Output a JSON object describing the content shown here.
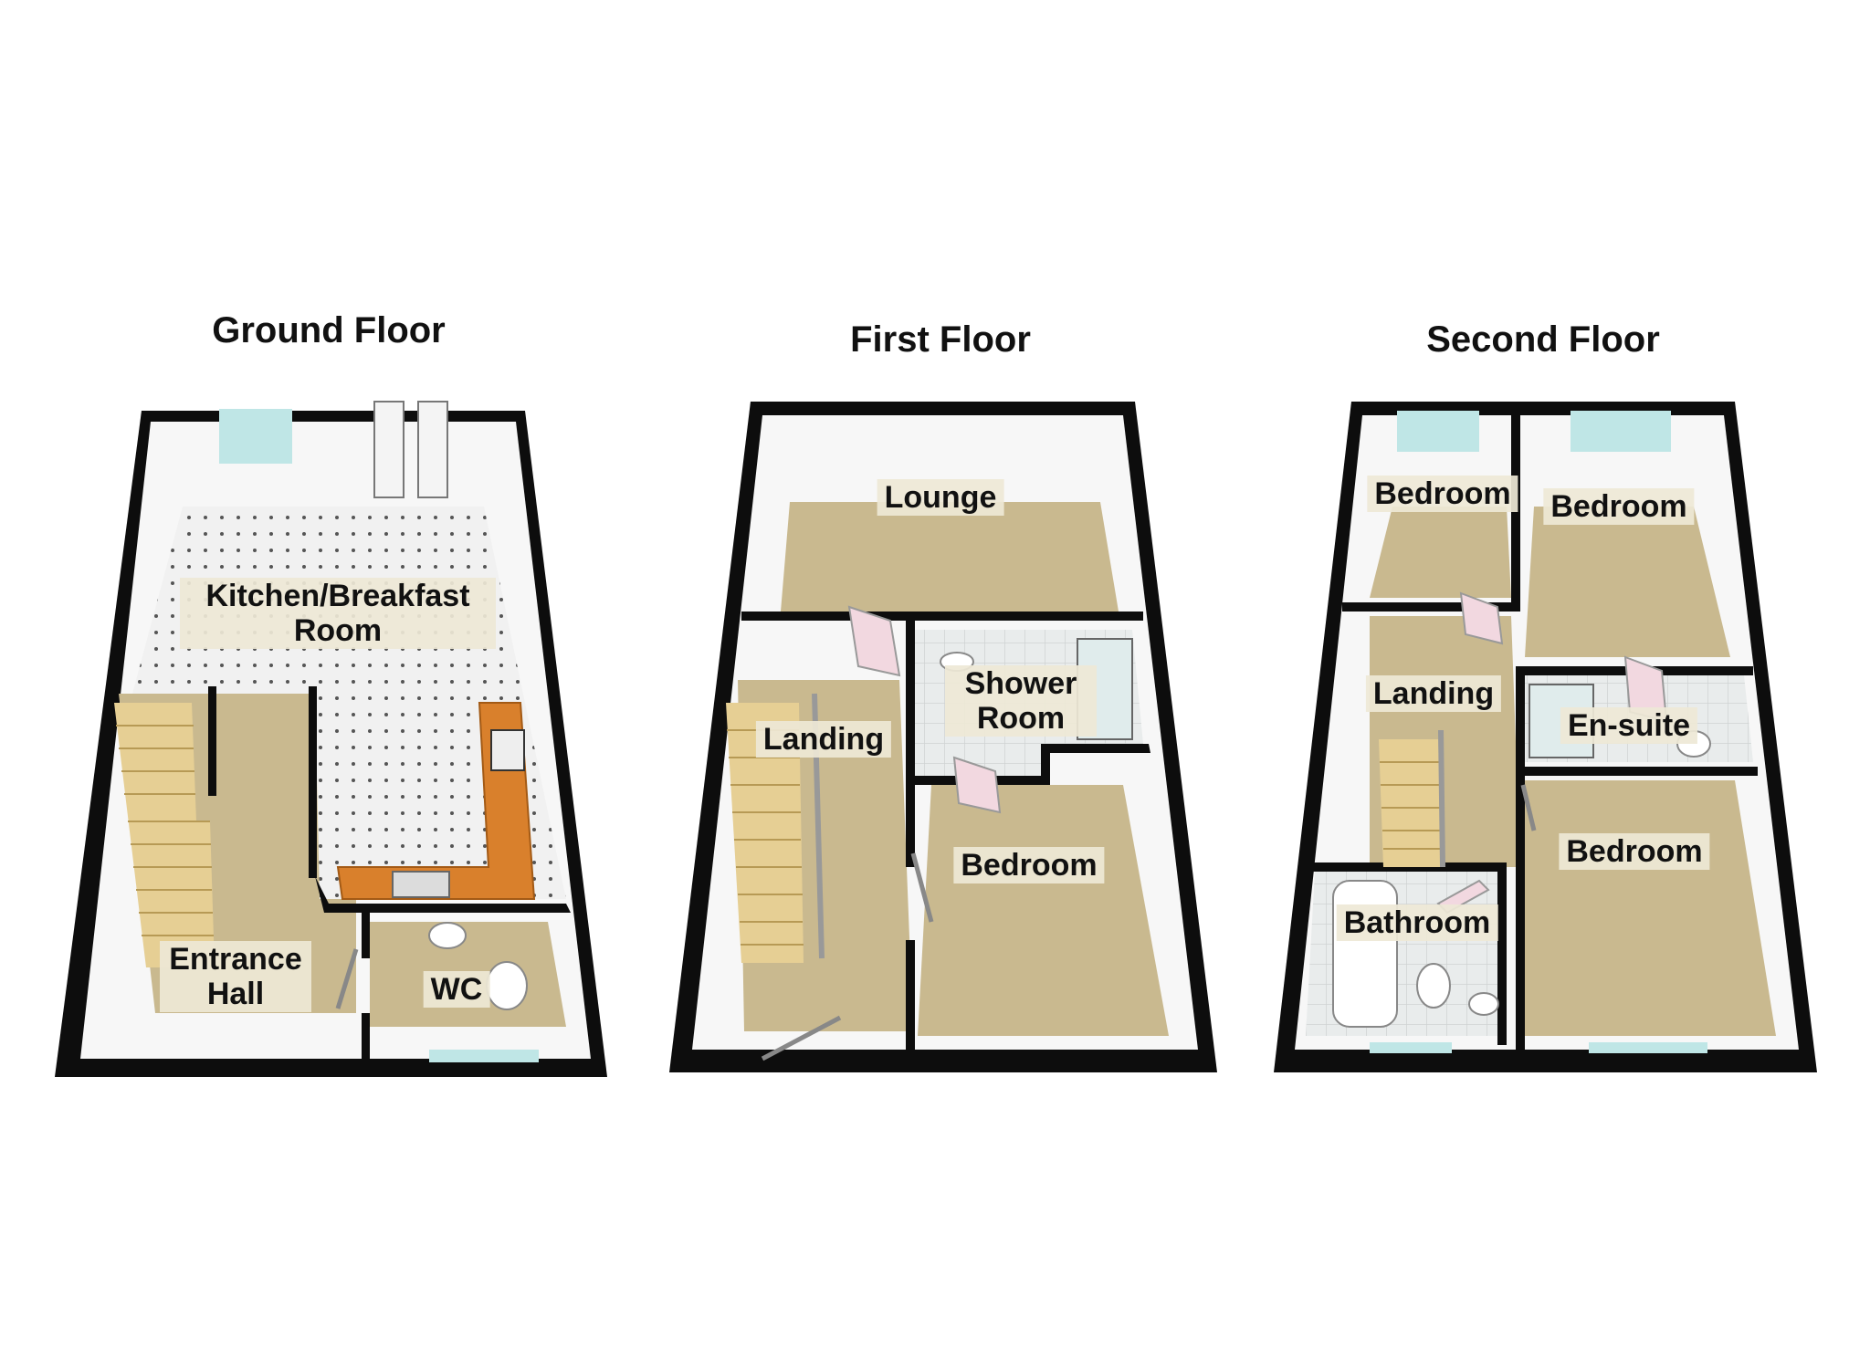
{
  "floors": [
    {
      "title": "Ground Floor",
      "rooms": [
        "Kitchen/Breakfast Room",
        "Entrance Hall",
        "WC"
      ]
    },
    {
      "title": "First Floor",
      "rooms": [
        "Lounge",
        "Shower Room",
        "Landing",
        "Bedroom"
      ]
    },
    {
      "title": "Second Floor",
      "rooms": [
        "Bedroom",
        "Bedroom",
        "Landing",
        "En-suite",
        "Bedroom",
        "Bathroom"
      ]
    }
  ],
  "colors": {
    "wall": "#0d0d0d",
    "carpet": "#c9b98f",
    "tile_floor": "#f1f1f1",
    "worktop": "#d9802c",
    "stairs": "#e6cf94",
    "window_glass": "#bfe6e6",
    "inner_wall": "#f7f7f7"
  }
}
